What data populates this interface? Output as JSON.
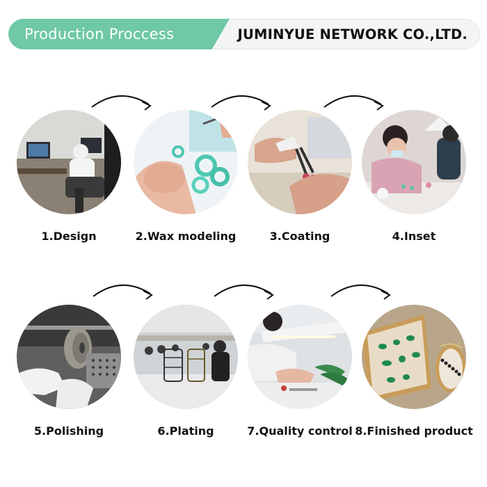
{
  "header": {
    "title": "Production Proccess",
    "company": "JUMINYUE NETWORK CO.,LTD."
  },
  "colors": {
    "accent": "#6fc8a6",
    "banner_bg": "#f3f4f4",
    "text": "#111111"
  },
  "steps": [
    {
      "label": "1.Design",
      "photo": "designer-at-computer-photo"
    },
    {
      "label": "2.Wax modeling",
      "photo": "wax-ring-modeling-photo"
    },
    {
      "label": "3.Coating",
      "photo": "coating-with-pliers-photo"
    },
    {
      "label": "4.Inset",
      "photo": "stone-inset-workers-photo"
    },
    {
      "label": "5.Polishing",
      "photo": "polishing-wheel-photo"
    },
    {
      "label": "6.Plating",
      "photo": "plating-workshop-photo"
    },
    {
      "label": "7.Quality control",
      "photo": "quality-control-inspection-photo"
    },
    {
      "label": "8.Finished product",
      "photo": "finished-jewelry-tray-photo"
    }
  ],
  "arrow_icon": "curved-arrow-icon"
}
